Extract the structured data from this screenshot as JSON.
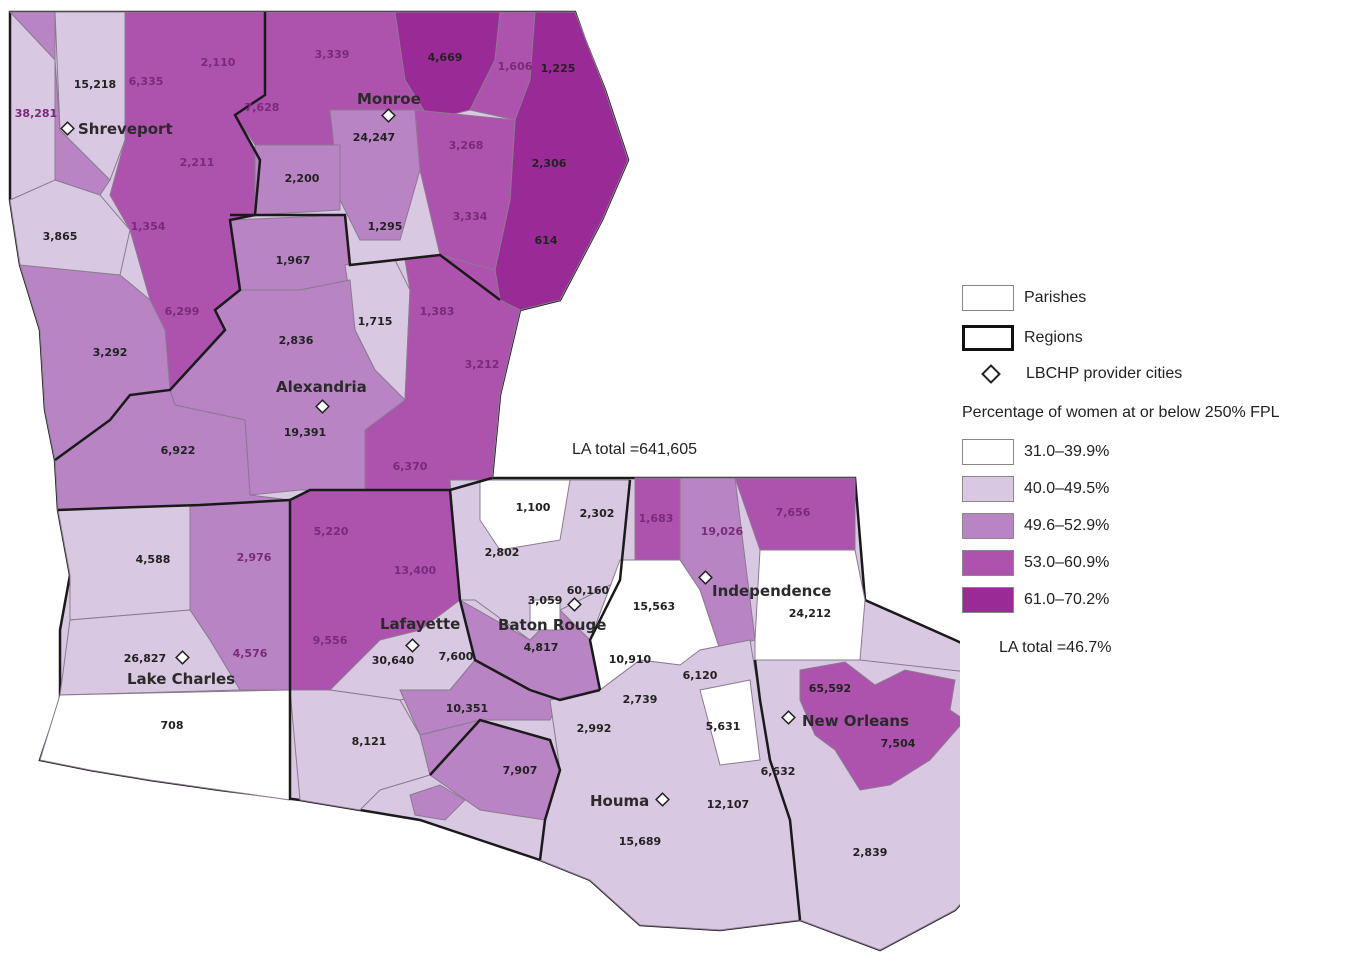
{
  "colors": {
    "c1": "#ffffff",
    "c2": "#d8c8e2",
    "c3": "#b884c4",
    "c4": "#ad53ad",
    "c5": "#9a2a96",
    "border": "#1a1a1a",
    "parish_border": "#8a7a90"
  },
  "legend": {
    "parishes": "Parishes",
    "regions": "Regions",
    "cities": "LBCHP provider cities",
    "title": "Percentage of women at or below 250% FPL",
    "classes": [
      "31.0–39.9%",
      "40.0–49.5%",
      "49.6–52.9%",
      "53.0–60.9%",
      "61.0–70.2%"
    ],
    "la_total_pct": "LA total =46.7%"
  },
  "la_total_count": "LA total =641,605",
  "cities": [
    "Shreveport",
    "Monroe",
    "Alexandria",
    "Lafayette",
    "Lake Charles",
    "Baton Rouge",
    "Independence",
    "New Orleans",
    "Houma"
  ],
  "parish_values": [
    "15,218",
    "6,335",
    "2,110",
    "3,339",
    "4,669",
    "1,606",
    "1,225",
    "38,281",
    "7,628",
    "24,247",
    "3,268",
    "2,211",
    "2,306",
    "2,200",
    "3,334",
    "1,354",
    "1,295",
    "614",
    "3,865",
    "1,967",
    "1,715",
    "1,383",
    "6,299",
    "2,836",
    "3,292",
    "3,212",
    "19,391",
    "6,922",
    "6,370",
    "1,100",
    "2,302",
    "1,683",
    "7,656",
    "4,588",
    "2,976",
    "5,220",
    "2,802",
    "19,026",
    "13,400",
    "60,160",
    "3,059",
    "15,563",
    "24,212",
    "26,827",
    "4,576",
    "9,556",
    "30,640",
    "7,600",
    "4,817",
    "10,910",
    "6,120",
    "2,739",
    "65,592",
    "708",
    "10,351",
    "2,992",
    "5,631",
    "8,121",
    "7,504",
    "6,632",
    "7,907",
    "12,107",
    "15,689",
    "2,839"
  ]
}
